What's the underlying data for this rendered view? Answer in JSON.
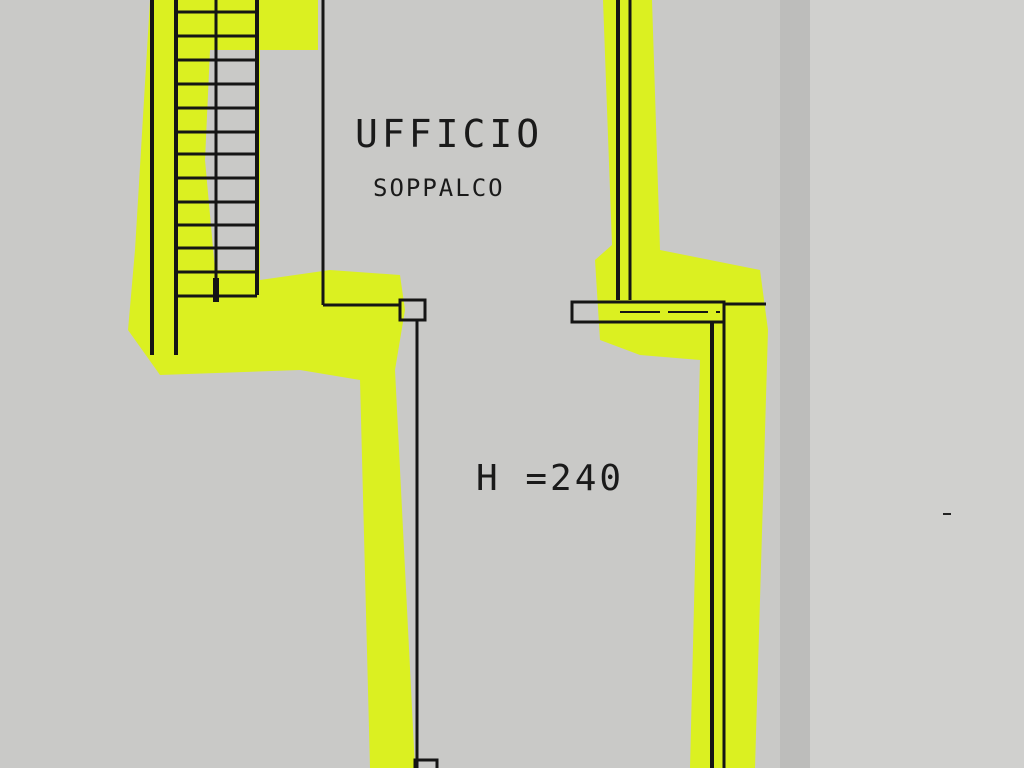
{
  "plan": {
    "room_name": "UFFICIO",
    "room_subtitle": "SOPPALCO",
    "ceiling_height_label": "H =240",
    "colors": {
      "paper": "#c9c9c7",
      "paper_fold": "#d3d3d1",
      "highlight": "#dcf218",
      "ink": "#151515"
    },
    "stair_tread_count": 13
  }
}
